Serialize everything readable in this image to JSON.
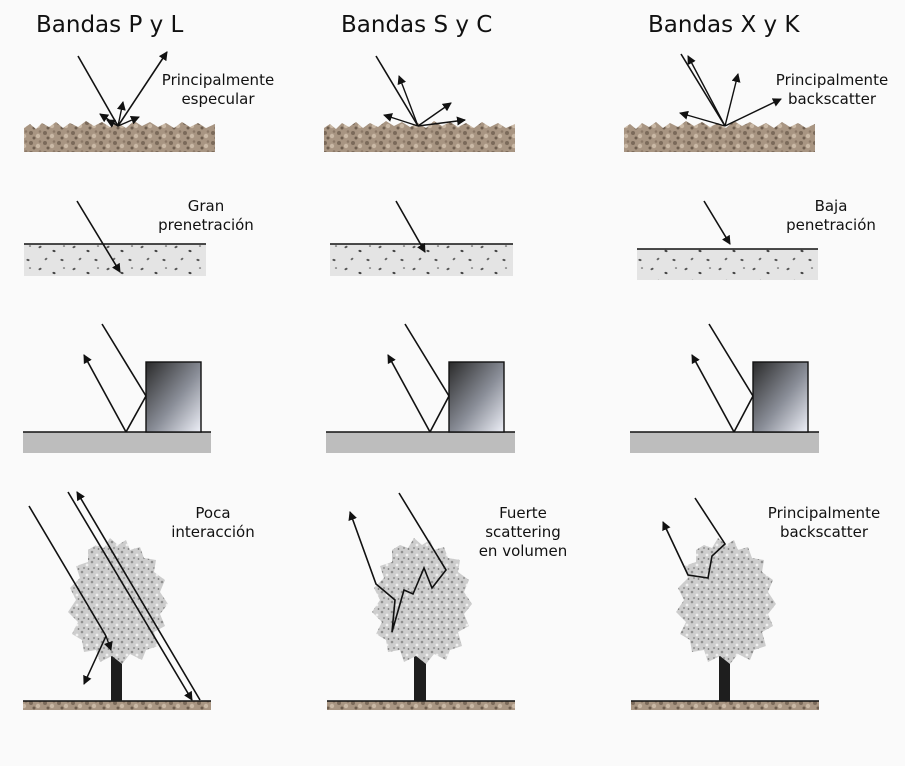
{
  "columns": [
    {
      "title": "Bandas P y L"
    },
    {
      "title": "Bandas S y C"
    },
    {
      "title": "Bandas X y K"
    }
  ],
  "labels": {
    "r1_c1": [
      "Principalmente",
      "especular"
    ],
    "r1_c3": [
      "Principalmente",
      "backscatter"
    ],
    "r2_c1": [
      "Gran",
      "prenetración"
    ],
    "r2_c3": [
      "Baja",
      "penetración"
    ],
    "r4_c1": [
      "Poca",
      "interacción"
    ],
    "r4_c2": [
      "Fuerte",
      "scattering",
      "en volumen"
    ],
    "r4_c3": [
      "Principalmente",
      "backscatter"
    ]
  },
  "colors": {
    "soil": "#a08c78",
    "medium": "#e2e2e2",
    "ground_plate": "#bdbdbd",
    "trunk": "#1e1e1e",
    "canopy": "#cfcfcf"
  }
}
